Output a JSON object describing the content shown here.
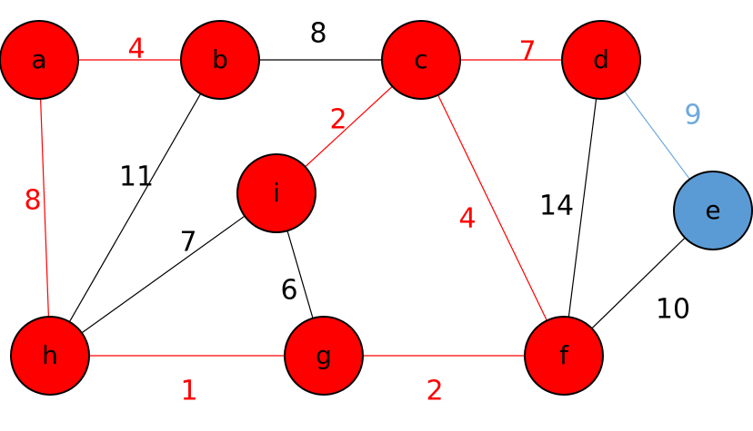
{
  "colors": {
    "red": "#ff0000",
    "blue": "#5b9bd5",
    "black": "#000000",
    "edge_blue": "#6fa8dc"
  },
  "nodes": [
    {
      "id": "a",
      "label": "a",
      "color": "red"
    },
    {
      "id": "b",
      "label": "b",
      "color": "red"
    },
    {
      "id": "c",
      "label": "c",
      "color": "red"
    },
    {
      "id": "d",
      "label": "d",
      "color": "red"
    },
    {
      "id": "e",
      "label": "e",
      "color": "blue"
    },
    {
      "id": "f",
      "label": "f",
      "color": "red"
    },
    {
      "id": "g",
      "label": "g",
      "color": "red"
    },
    {
      "id": "h",
      "label": "h",
      "color": "red"
    },
    {
      "id": "i",
      "label": "i",
      "color": "red"
    }
  ],
  "edges": [
    {
      "from": "a",
      "to": "b",
      "weight": "4",
      "color": "red"
    },
    {
      "from": "b",
      "to": "c",
      "weight": "8",
      "color": "black"
    },
    {
      "from": "c",
      "to": "d",
      "weight": "7",
      "color": "red"
    },
    {
      "from": "d",
      "to": "e",
      "weight": "9",
      "color": "edge_blue"
    },
    {
      "from": "a",
      "to": "h",
      "weight": "8",
      "color": "red"
    },
    {
      "from": "b",
      "to": "h",
      "weight": "11",
      "color": "black"
    },
    {
      "from": "c",
      "to": "i",
      "weight": "2",
      "color": "red"
    },
    {
      "from": "c",
      "to": "f",
      "weight": "4",
      "color": "red"
    },
    {
      "from": "d",
      "to": "f",
      "weight": "14",
      "color": "black"
    },
    {
      "from": "i",
      "to": "h",
      "weight": "7",
      "color": "black"
    },
    {
      "from": "i",
      "to": "g",
      "weight": "6",
      "color": "black"
    },
    {
      "from": "e",
      "to": "f",
      "weight": "10",
      "color": "black"
    },
    {
      "from": "h",
      "to": "g",
      "weight": "1",
      "color": "red"
    },
    {
      "from": "g",
      "to": "f",
      "weight": "2",
      "color": "red"
    }
  ]
}
